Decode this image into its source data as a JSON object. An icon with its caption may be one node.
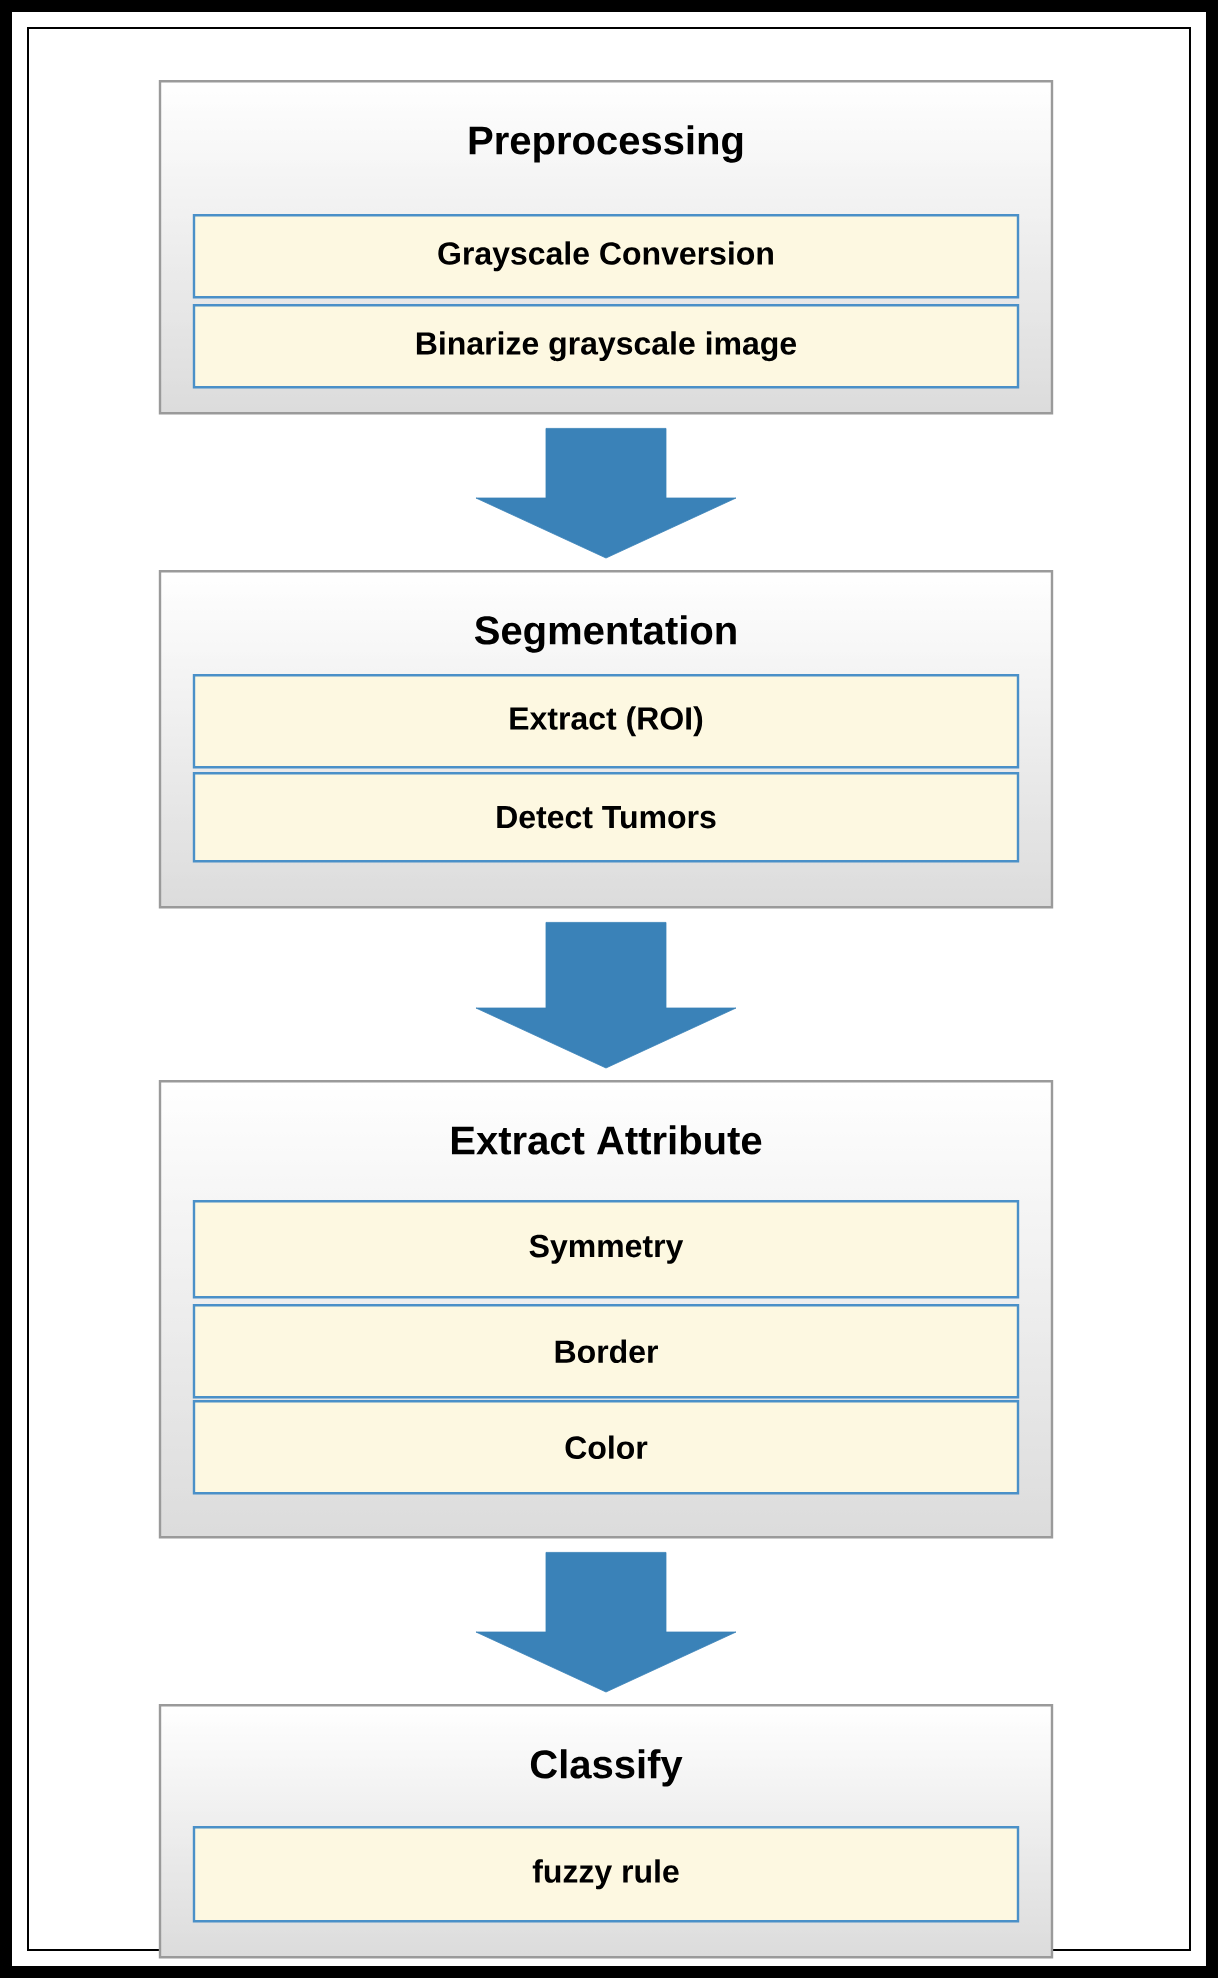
{
  "diagram": {
    "nodes": [
      {
        "text": [
          "Preprocessing"
        ]
      },
      {
        "text": [
          "Grayscale  Conversion"
        ],
        "in": 0
      },
      {
        "text": [
          "Binarize grayscale image"
        ],
        "in": 0
      },
      {
        "text": [
          "Segmentation"
        ]
      },
      {
        "text": [
          "Extract  (ROI)"
        ],
        "in": 3
      },
      {
        "text": [
          "Detect Tumors"
        ],
        "in": 3
      },
      {
        "text": [
          "Extract Attribute"
        ]
      },
      {
        "text": [
          "Symmetry"
        ],
        "in": 6
      },
      {
        "text": [
          "Border"
        ],
        "in": 6
      },
      {
        "text": [
          "Color"
        ],
        "in": 6
      },
      {
        "text": [
          "Classify"
        ]
      },
      {
        "text": [
          "fuzzy rule"
        ],
        "in": 10
      }
    ],
    "edges": [
      {
        "from": 0,
        "to": 3,
        "arrow": "to"
      },
      {
        "from": 3,
        "to": 6,
        "arrow": "to"
      },
      {
        "from": 6,
        "to": 10,
        "arrow": "to"
      }
    ]
  }
}
